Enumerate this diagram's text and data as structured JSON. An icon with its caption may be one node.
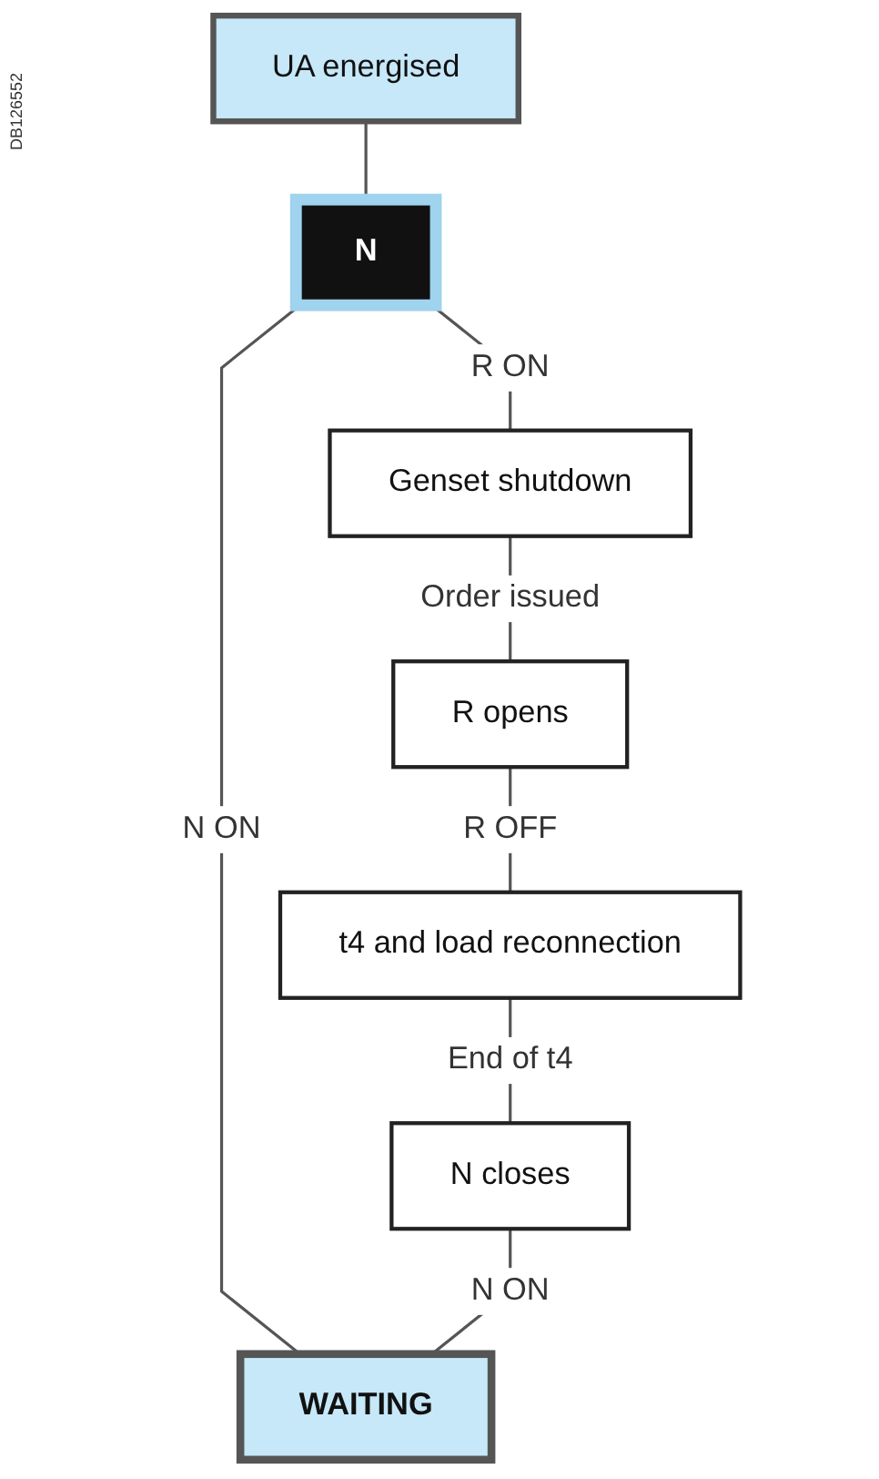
{
  "diagram": {
    "nodes": [
      {
        "text": [
          "UA energised"
        ]
      },
      {
        "text": [
          "N"
        ]
      },
      {
        "text": [
          "Genset shutdown"
        ]
      },
      {
        "text": [
          "R opens"
        ]
      },
      {
        "text": [
          "t4 and load reconnection"
        ]
      },
      {
        "text": [
          "N closes"
        ]
      },
      {
        "text": [
          "WAITING"
        ]
      }
    ],
    "edges": [
      {
        "from": 0,
        "to": 1,
        "arrow": "none"
      },
      {
        "from": 1,
        "to": 2,
        "arrow": "none",
        "label": "R ON"
      },
      {
        "from": 1,
        "to": 6,
        "arrow": "none",
        "label": "N ON"
      },
      {
        "from": 2,
        "to": 3,
        "arrow": "none",
        "label": "Order issued"
      },
      {
        "from": 3,
        "to": 4,
        "arrow": "none",
        "label": "R OFF"
      },
      {
        "from": 4,
        "to": 5,
        "arrow": "none",
        "label": "End of t4"
      },
      {
        "from": 5,
        "to": 6,
        "arrow": "none",
        "label": "N ON"
      }
    ],
    "labels": [
      "DB126552"
    ]
  }
}
